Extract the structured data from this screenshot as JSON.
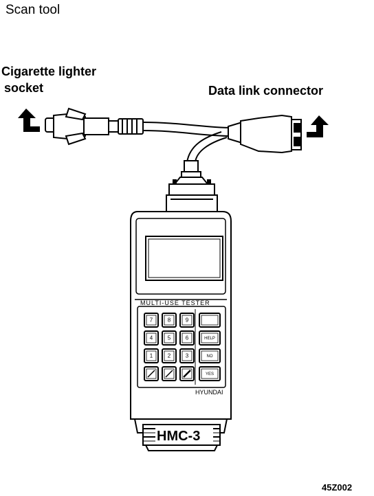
{
  "labels": {
    "title": "Scan tool",
    "cigarette_line1": "Cigarette lighter",
    "cigarette_line2": "socket",
    "data_link": "Data link connector",
    "figure_code": "45Z002"
  },
  "device": {
    "panel_label": "MULTI-USE TESTER",
    "brand": "HYUNDAI",
    "model": "HMC-3"
  },
  "keypad": {
    "rows": [
      [
        "7",
        "8",
        "9"
      ],
      [
        "4",
        "5",
        "6"
      ],
      [
        "1",
        "2",
        "3"
      ],
      [
        "",
        "",
        ""
      ]
    ],
    "side_keys": [
      "",
      "HELP",
      "NO",
      "YES"
    ]
  }
}
